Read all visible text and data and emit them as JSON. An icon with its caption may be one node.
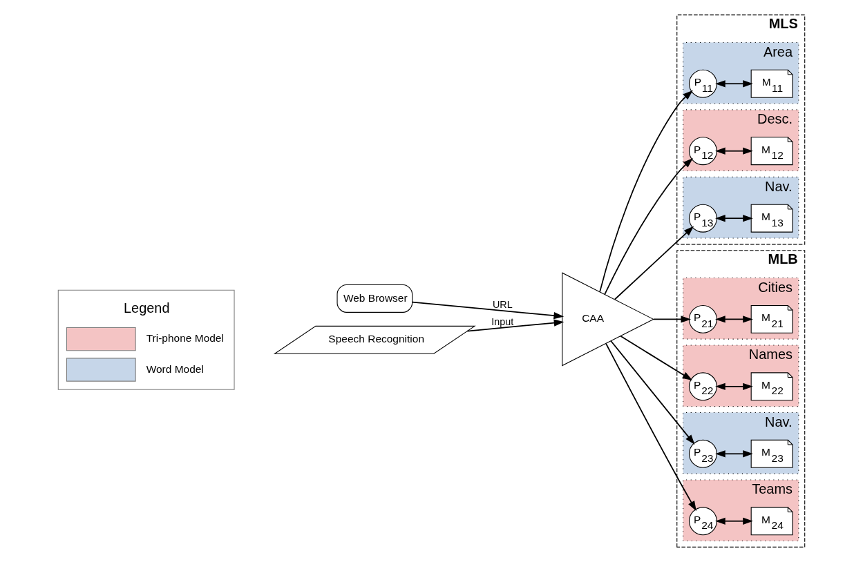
{
  "diagram": {
    "nodes": [
      {
        "text": [
          "Web Browser"
        ]
      },
      {
        "text": [
          "Speech Recognition"
        ]
      },
      {
        "text": [
          "CAA"
        ]
      },
      {
        "text": [
          "MLS"
        ]
      },
      {
        "text": [
          "Area"
        ],
        "in": 3
      },
      {
        "text": [
          "P$_{11}$"
        ],
        "in": 4
      },
      {
        "text": [
          "M$_{11}$"
        ],
        "in": 4
      },
      {
        "text": [
          "Desc."
        ],
        "in": 3
      },
      {
        "text": [
          "P$_{12}$"
        ],
        "in": 7
      },
      {
        "text": [
          "M$_{12}$"
        ],
        "in": 7
      },
      {
        "text": [
          "Nav."
        ],
        "in": 3
      },
      {
        "text": [
          "P$_{13}$"
        ],
        "in": 10
      },
      {
        "text": [
          "M$_{13}$"
        ],
        "in": 10
      },
      {
        "text": [
          "MLB"
        ]
      },
      {
        "text": [
          "Cities"
        ],
        "in": 13
      },
      {
        "text": [
          "P$_{21}$"
        ],
        "in": 14
      },
      {
        "text": [
          "M$_{21}$"
        ],
        "in": 14
      },
      {
        "text": [
          "Names"
        ],
        "in": 13
      },
      {
        "text": [
          "P$_{22}$"
        ],
        "in": 17
      },
      {
        "text": [
          "M$_{22}$"
        ],
        "in": 17
      },
      {
        "text": [
          "Nav."
        ],
        "in": 13
      },
      {
        "text": [
          "P$_{23}$"
        ],
        "in": 20
      },
      {
        "text": [
          "M$_{23}$"
        ],
        "in": 20
      },
      {
        "text": [
          "Teams"
        ],
        "in": 13
      },
      {
        "text": [
          "P$_{24}$"
        ],
        "in": 23
      },
      {
        "text": [
          "M$_{24}$"
        ],
        "in": 23
      }
    ],
    "edges": [
      {
        "from": 0,
        "to": 2,
        "arrow": "to",
        "label": "URL"
      },
      {
        "from": 1,
        "to": 2,
        "arrow": "to",
        "label": "Input"
      },
      {
        "from": 2,
        "to": 5,
        "arrow": "to"
      },
      {
        "from": 2,
        "to": 8,
        "arrow": "to"
      },
      {
        "from": 2,
        "to": 11,
        "arrow": "to"
      },
      {
        "from": 2,
        "to": 15,
        "arrow": "to"
      },
      {
        "from": 2,
        "to": 18,
        "arrow": "to"
      },
      {
        "from": 2,
        "to": 21,
        "arrow": "to"
      },
      {
        "from": 2,
        "to": 24,
        "arrow": "to"
      },
      {
        "from": 5,
        "to": 6,
        "arrow": "both"
      },
      {
        "from": 8,
        "to": 9,
        "arrow": "both"
      },
      {
        "from": 11,
        "to": 12,
        "arrow": "both"
      },
      {
        "from": 15,
        "to": 16,
        "arrow": "both"
      },
      {
        "from": 18,
        "to": 19,
        "arrow": "both"
      },
      {
        "from": 21,
        "to": 22,
        "arrow": "both"
      },
      {
        "from": 24,
        "to": 25,
        "arrow": "both"
      }
    ],
    "labels": [
      "Legend"
    ],
    "legend": [
      {
        "text": "Tri-phone Model",
        "color": "#f4c4c4"
      },
      {
        "text": "Word Model",
        "color": "#c6d6e9"
      }
    ]
  }
}
